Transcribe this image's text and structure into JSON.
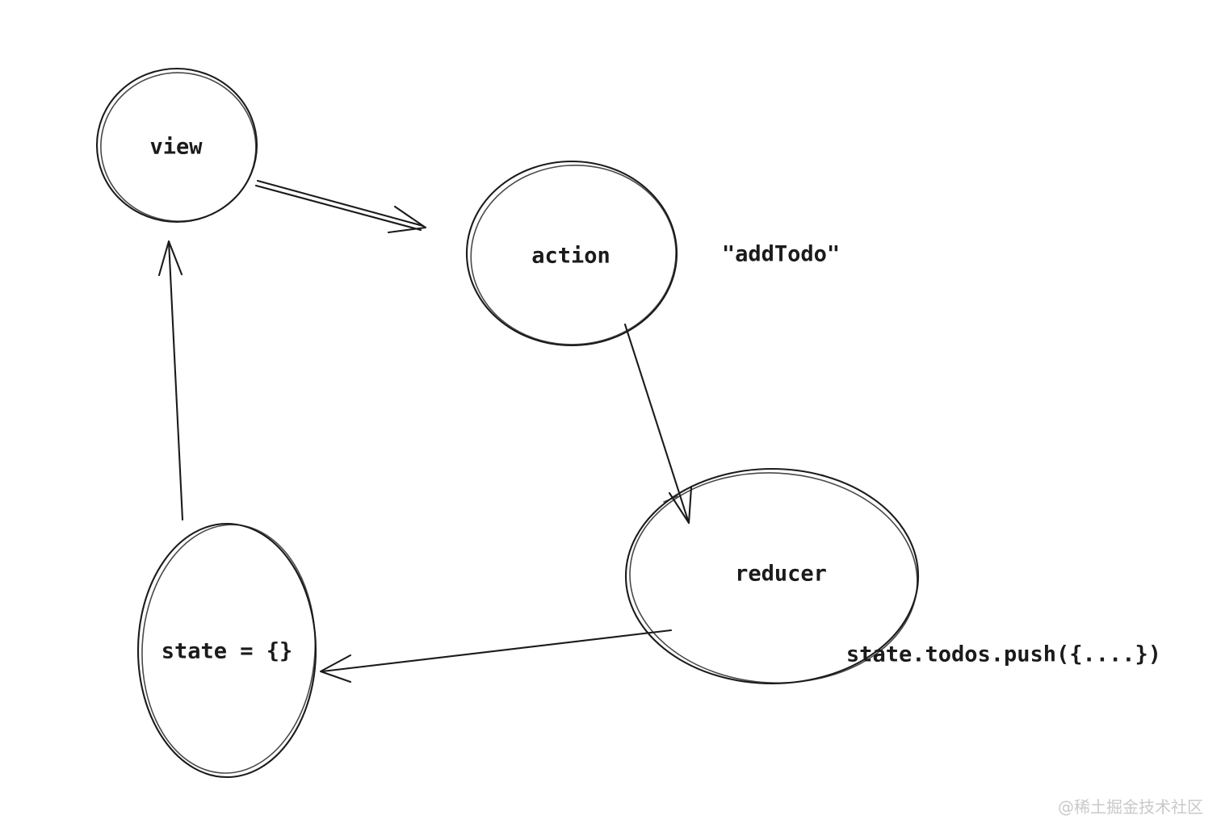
{
  "diagram": {
    "type": "flow-sketch",
    "stroke_color": "#1b1b1b",
    "background": "#ffffff",
    "nodes": [
      {
        "id": "view",
        "label": "view",
        "shape": "circle"
      },
      {
        "id": "action",
        "label": "action",
        "shape": "ellipse"
      },
      {
        "id": "reducer",
        "label": "reducer",
        "shape": "ellipse"
      },
      {
        "id": "state",
        "label": "state = {}",
        "shape": "ellipse"
      }
    ],
    "annotations": [
      {
        "for": "action",
        "text": "\"addTodo\""
      },
      {
        "for": "reducer",
        "text": "state.todos.push({....})"
      }
    ],
    "edges": [
      {
        "from": "view",
        "to": "action",
        "style": "double-line"
      },
      {
        "from": "action",
        "to": "reducer",
        "style": "single-line"
      },
      {
        "from": "reducer",
        "to": "state",
        "style": "single-line"
      },
      {
        "from": "state",
        "to": "view",
        "style": "single-line"
      }
    ]
  },
  "watermark": {
    "text": "@稀土掘金技术社区",
    "color": "#c9c9c9"
  }
}
